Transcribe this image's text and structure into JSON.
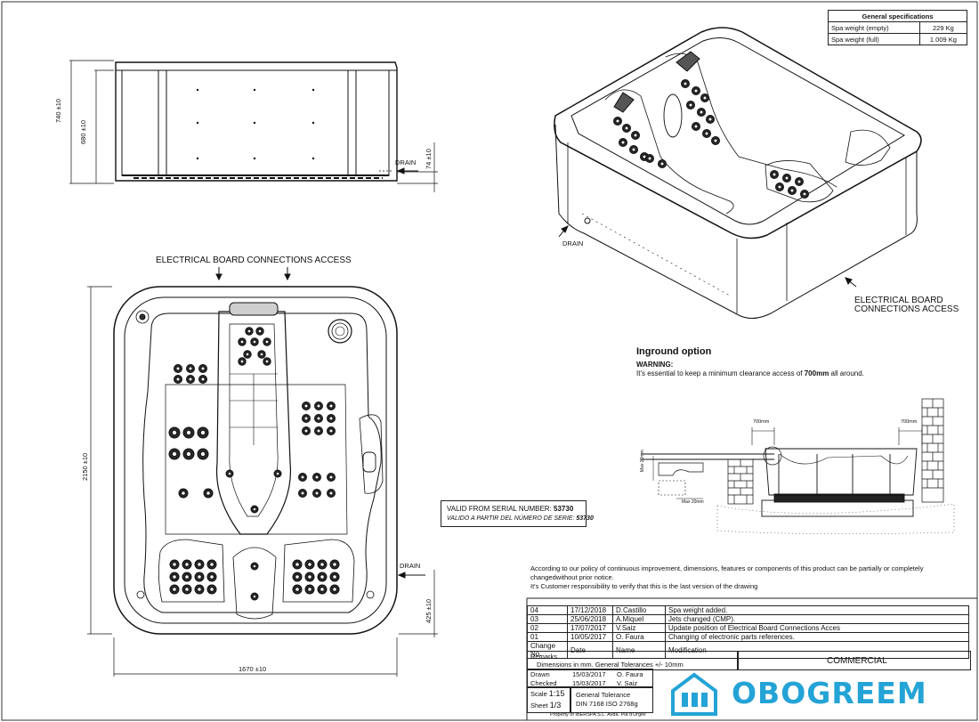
{
  "spec": {
    "title": "General specifications",
    "rows": [
      {
        "label": "Spa weight (empty)",
        "value": "229 Kg"
      },
      {
        "label": "Spa weight (full)",
        "value": "1.009 Kg"
      }
    ]
  },
  "side_view": {
    "dim_740": "740 ±10",
    "dim_680": "680 ±10",
    "dim_74": "74 ±10",
    "drain": "DRAIN"
  },
  "top_view": {
    "elec_label": "ELECTRICAL BOARD CONNECTIONS ACCESS",
    "dim_2150": "2150 ±10",
    "dim_1670": "1670 ±10",
    "dim_425": "425 ±10",
    "drain": "DRAIN"
  },
  "iso_view": {
    "drain": "DRAIN",
    "elec_line1": "ELECTRICAL BOARD",
    "elec_line2": "CONNECTIONS ACCESS"
  },
  "serial": {
    "line1_prefix": "VALID FROM SERIAL NUMBER:",
    "line1_number": "53730",
    "line2_prefix": "VALIDO A PARTIR DEL NÚMERO DE SERIE:",
    "line2_number": "53730"
  },
  "inground": {
    "title": "Inground option",
    "warning_label": "WARNING:",
    "warning_pre": "It's essential to keep a minimum clearance access of ",
    "warning_bold": "700mm",
    "warning_post": " all around.",
    "dim_left": "700mm",
    "dim_right": "700mm",
    "max_vertical": "Max 20mm",
    "max_horizontal": "Max 20mm"
  },
  "notice": {
    "line1": "According to our policy of continuous improvement, dimensions, features or components of this product can be partially or completely",
    "line2": "changedwithout prior notice.",
    "line3": "It's Customer responsibility to verify that this is the last version of the drawing"
  },
  "revisions": {
    "rows": [
      {
        "no": "04",
        "date": "17/12/2018",
        "name": "D.Castillo",
        "mod": "Spa weight added."
      },
      {
        "no": "03",
        "date": "25/06/2018",
        "name": "A.Miquel",
        "mod": "Jets changed (CMP)."
      },
      {
        "no": "02",
        "date": "17/07/2017",
        "name": "V.Saiz",
        "mod": "Update position of Electrical Board Connections Acces"
      },
      {
        "no": "01",
        "date": "10/05/2017",
        "name": "O. Faura",
        "mod": "Changing of electronic parts references."
      }
    ],
    "header": {
      "no": "Change No.",
      "date": "Date",
      "name": "Name",
      "mod": "Modification"
    }
  },
  "title_block": {
    "remarks": "Remarks",
    "dimensions": "Dimensions in mm. General Tolerances +/- 10mm",
    "commercial": "COMMERCIAL",
    "drawn_label": "Drawn",
    "drawn_date": "15/03/2017",
    "drawn_name": "O. Faura",
    "checked_label": "Checked",
    "checked_date": "15/03/2017",
    "checked_name": "V. Saiz",
    "scale_label": "Scale",
    "scale_value": "1:15",
    "sheet_label": "Sheet",
    "sheet_value": "1/3",
    "tolerance_title": "General Tolerance",
    "tolerance_value": "DIN 7168 ISO 2768g",
    "property": "Property of IBERSPA S.L. Avda. Pla d'Urgell"
  },
  "logo": {
    "text": "OBOGREEM",
    "color": "#24a3d6"
  }
}
